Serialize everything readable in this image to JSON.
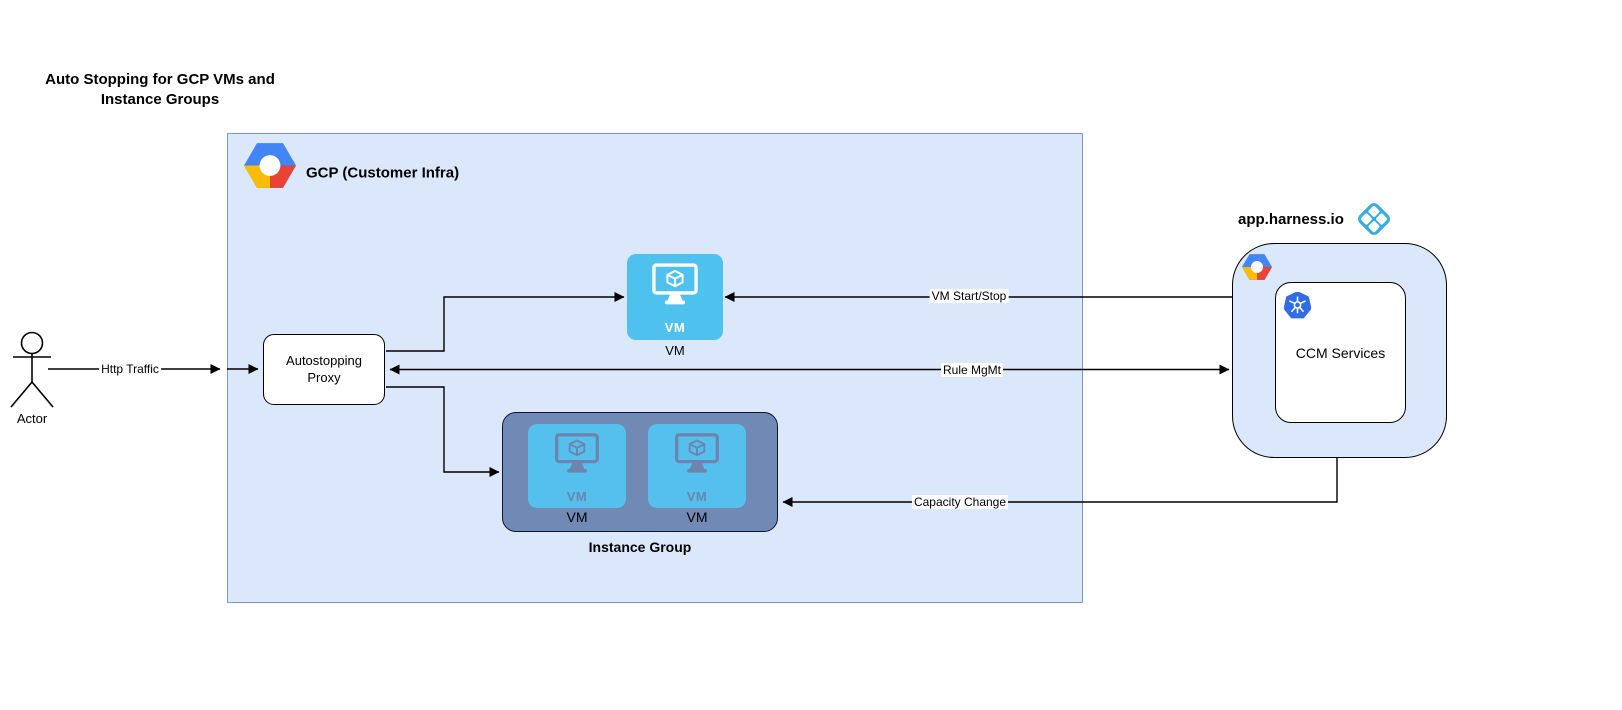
{
  "title": "Auto Stopping for GCP VMs and Instance Groups",
  "actor": {
    "label": "Actor"
  },
  "edges": {
    "http_traffic": "Http Traffic",
    "vm_start_stop": "VM Start/Stop",
    "rule_mgmt": "Rule MgMt",
    "capacity_change": "Capacity Change"
  },
  "gcp_box": {
    "label": "GCP (Customer Infra)"
  },
  "proxy": {
    "label": "Autostopping Proxy"
  },
  "vm": {
    "icon_label": "VM",
    "label": "VM"
  },
  "instance_group": {
    "label": "Instance Group",
    "vms": [
      {
        "icon_label": "VM",
        "label": "VM"
      },
      {
        "icon_label": "VM",
        "label": "VM"
      }
    ]
  },
  "harness": {
    "domain": "app.harness.io",
    "ccm_label": "CCM Services"
  },
  "colors": {
    "gcp_box_fill": "#dbe8fb",
    "gcp_box_border": "#7a99c7",
    "vm_tile_blue": "#4ec1ef",
    "group_tile_blue": "#55bfee",
    "group_fill": "#7189b5",
    "group_icon_slate": "#6d84ac",
    "harness_fill": "#dbe8fb",
    "harness_blue": "#35ade4",
    "k8s_blue": "#326ce5",
    "gcp_logo_blue": "#4285f4",
    "gcp_logo_red": "#ea4335",
    "gcp_logo_yellow": "#fbbc05",
    "line_color": "#000000"
  }
}
